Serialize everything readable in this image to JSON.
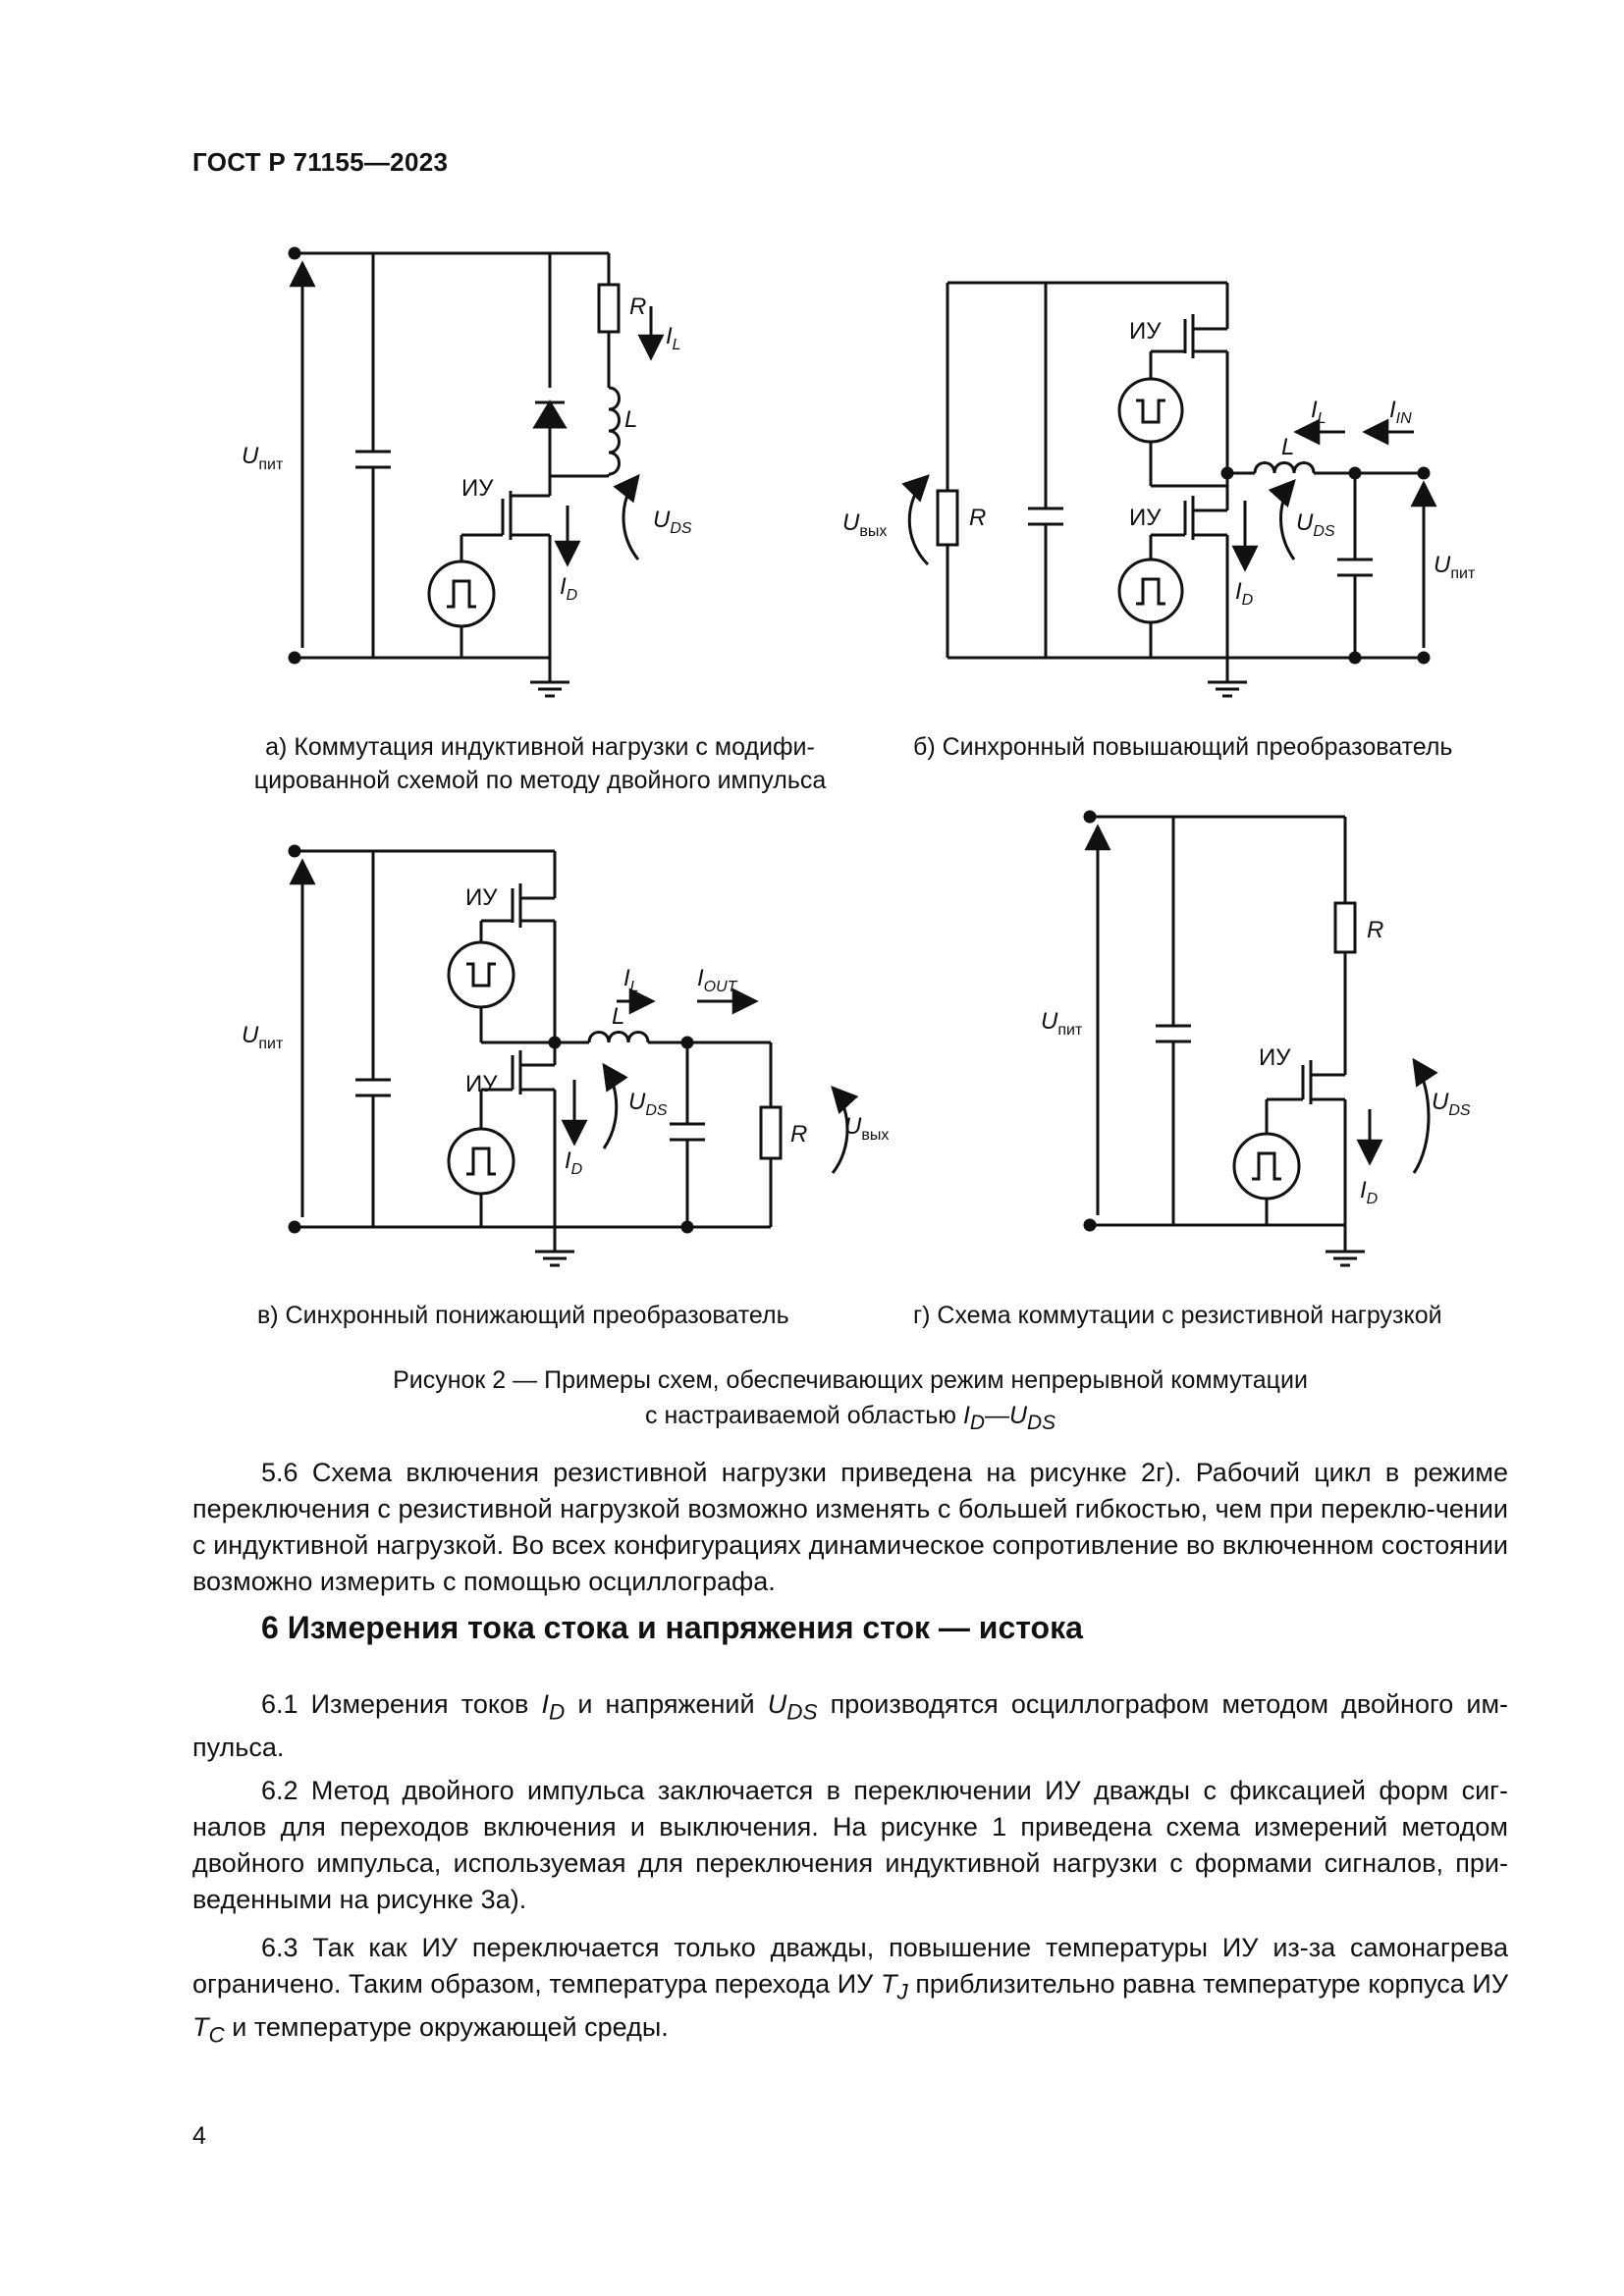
{
  "header": "ГОСТ Р 71155—2023",
  "labels": {
    "u_pit": "пит",
    "u_vyh": "вых",
    "iu": "ИУ",
    "r": "R",
    "l": "L"
  },
  "captions": {
    "a_line1": "а) Коммутация индуктивной нагрузки с модифи-",
    "a_line2": "цированной схемой по методу двойного импульса",
    "b": "б) Синхронный повышающий преобразователь",
    "v": "в) Синхронный понижающий преобразователь",
    "g": "г) Схема коммутации с резистивной нагрузкой"
  },
  "figure_caption": {
    "line1": "Рисунок 2 — Примеры схем, обеспечивающих режим непрерывной коммутации",
    "line2_prefix": "с настраиваемой областью "
  },
  "paragraphs": {
    "p56": "5.6 Схема включения резистивной нагрузки приведена на рисунке 2г). Рабочий цикл в режиме переключения с резистивной нагрузкой возможно изменять с большей гибкостью, чем при переклю-чении с индуктивной нагрузкой. Во всех конфигурациях динамическое сопротивление во включенном состоянии возможно измерить с помощью осциллографа.",
    "heading6": "6 Измерения тока стока и напряжения сток — истока",
    "p61_a": "6.1 Измерения токов ",
    "p61_b": " и напряжений ",
    "p61_c": " производятся осциллографом методом двойного им-пульса.",
    "p62": "6.2 Метод двойного импульса заключается в переключении ИУ дважды с фиксацией форм сиг-налов для переходов включения и выключения. На рисунке 1 приведена схема измерений методом двойного импульса, используемая для переключения индуктивной нагрузки с формами сигналов, при-веденными на рисунке 3а).",
    "p63_a": "6.3 Так как ИУ переключается только дважды, повышение температуры ИУ из-за самонагрева ограничено. Таким образом, температура перехода ИУ ",
    "p63_b": " приблизительно равна температуре корпуса ИУ ",
    "p63_c": " и температуре окружающей среды."
  },
  "page_number": "4"
}
